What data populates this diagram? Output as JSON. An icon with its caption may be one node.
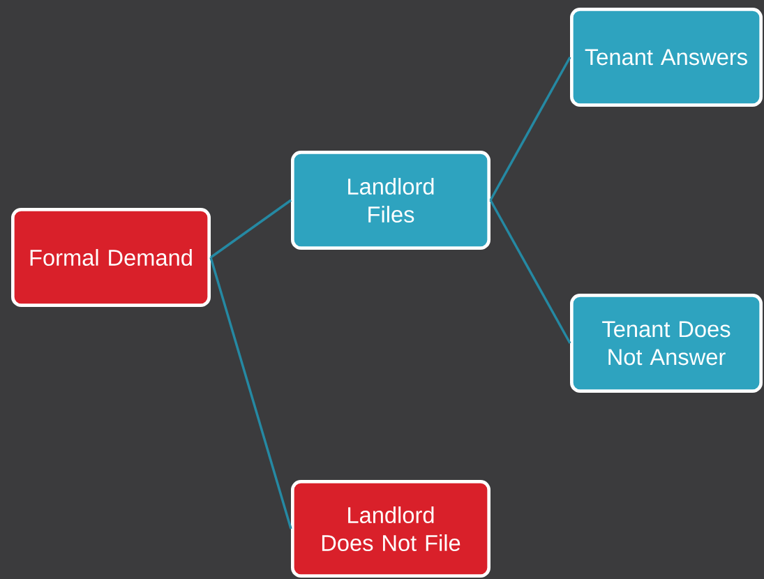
{
  "diagram": {
    "nodes": [
      {
        "text": [
          "Formal Demand"
        ]
      },
      {
        "text": [
          "Landlord Files"
        ]
      },
      {
        "text": [
          "Tenant Answers"
        ]
      },
      {
        "text": [
          "Tenant Does Not Answer"
        ]
      },
      {
        "text": [
          "Landlord Does Not File"
        ]
      }
    ],
    "edges": [
      {
        "from": 0,
        "to": 1,
        "arrow": "none"
      },
      {
        "from": 1,
        "to": 2,
        "arrow": "none"
      },
      {
        "from": 1,
        "to": 3,
        "arrow": "none"
      },
      {
        "from": 0,
        "to": 4,
        "arrow": "none"
      }
    ]
  }
}
